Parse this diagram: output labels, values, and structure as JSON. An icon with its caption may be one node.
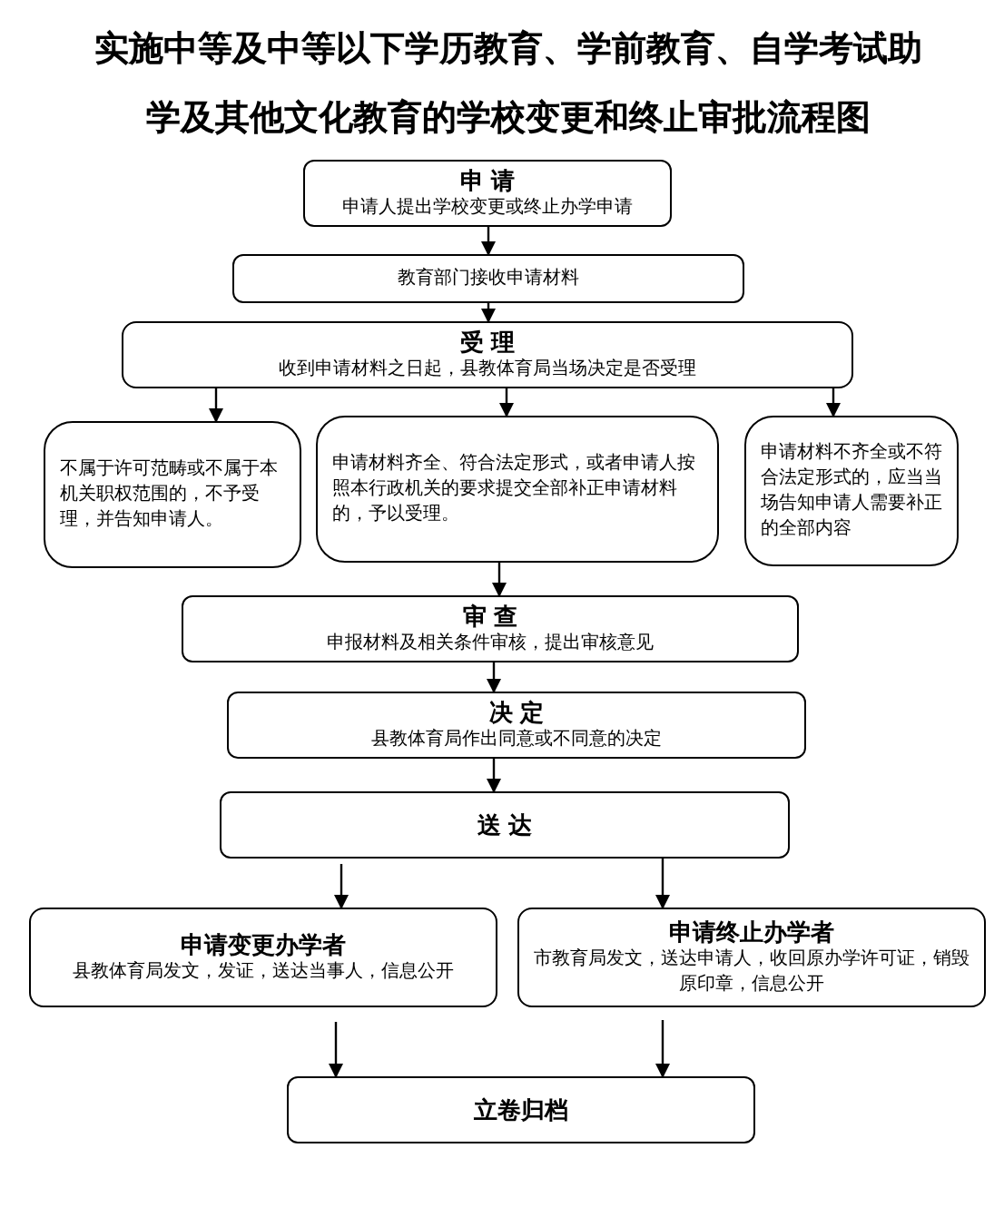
{
  "diagram": {
    "title": "实施中等及中等以下学历教育、学前教育、自学考试助学及其他文化教育的学校变更和终止审批流程图",
    "nodes": [
      {
        "text": [
          "申 请",
          "申请人提出学校变更或终止办学申请"
        ]
      },
      {
        "text": [
          "教育部门接收申请材料"
        ]
      },
      {
        "text": [
          "受 理",
          "收到申请材料之日起，县教体育局当场决定是否受理"
        ]
      },
      {
        "text": [
          "不属于许可范畴或不属于本机关职权范围的，不予受理，并告知申请人。"
        ]
      },
      {
        "text": [
          "申请材料齐全、符合法定形式，或者申请人按照本行政机关的要求提交全部补正申请材料的，予以受理。"
        ]
      },
      {
        "text": [
          "申请材料不齐全或不符合法定形式的，应当当场告知申请人需要补正的全部内容"
        ]
      },
      {
        "text": [
          "审 查",
          "申报材料及相关条件审核，提出审核意见"
        ]
      },
      {
        "text": [
          "决 定",
          "县教体育局作出同意或不同意的决定"
        ]
      },
      {
        "text": [
          "送 达"
        ]
      },
      {
        "text": [
          "申请变更办学者",
          "县教体育局发文，发证，送达当事人，信息公开"
        ]
      },
      {
        "text": [
          "申请终止办学者",
          "市教育局发文，送达申请人，收回原办学许可证，销毁原印章，信息公开"
        ]
      },
      {
        "text": [
          "立卷归档"
        ]
      }
    ],
    "edges": [
      {
        "from": 0,
        "to": 1,
        "arrow": "to"
      },
      {
        "from": 1,
        "to": 2,
        "arrow": "to"
      },
      {
        "from": 2,
        "to": 3,
        "arrow": "to"
      },
      {
        "from": 2,
        "to": 4,
        "arrow": "to"
      },
      {
        "from": 2,
        "to": 5,
        "arrow": "to"
      },
      {
        "from": 4,
        "to": 6,
        "arrow": "to"
      },
      {
        "from": 6,
        "to": 7,
        "arrow": "to"
      },
      {
        "from": 7,
        "to": 8,
        "arrow": "to"
      },
      {
        "from": 8,
        "to": 9,
        "arrow": "to"
      },
      {
        "from": 8,
        "to": 10,
        "arrow": "to"
      },
      {
        "from": 9,
        "to": 11,
        "arrow": "to"
      },
      {
        "from": 10,
        "to": 11,
        "arrow": "to"
      }
    ]
  }
}
